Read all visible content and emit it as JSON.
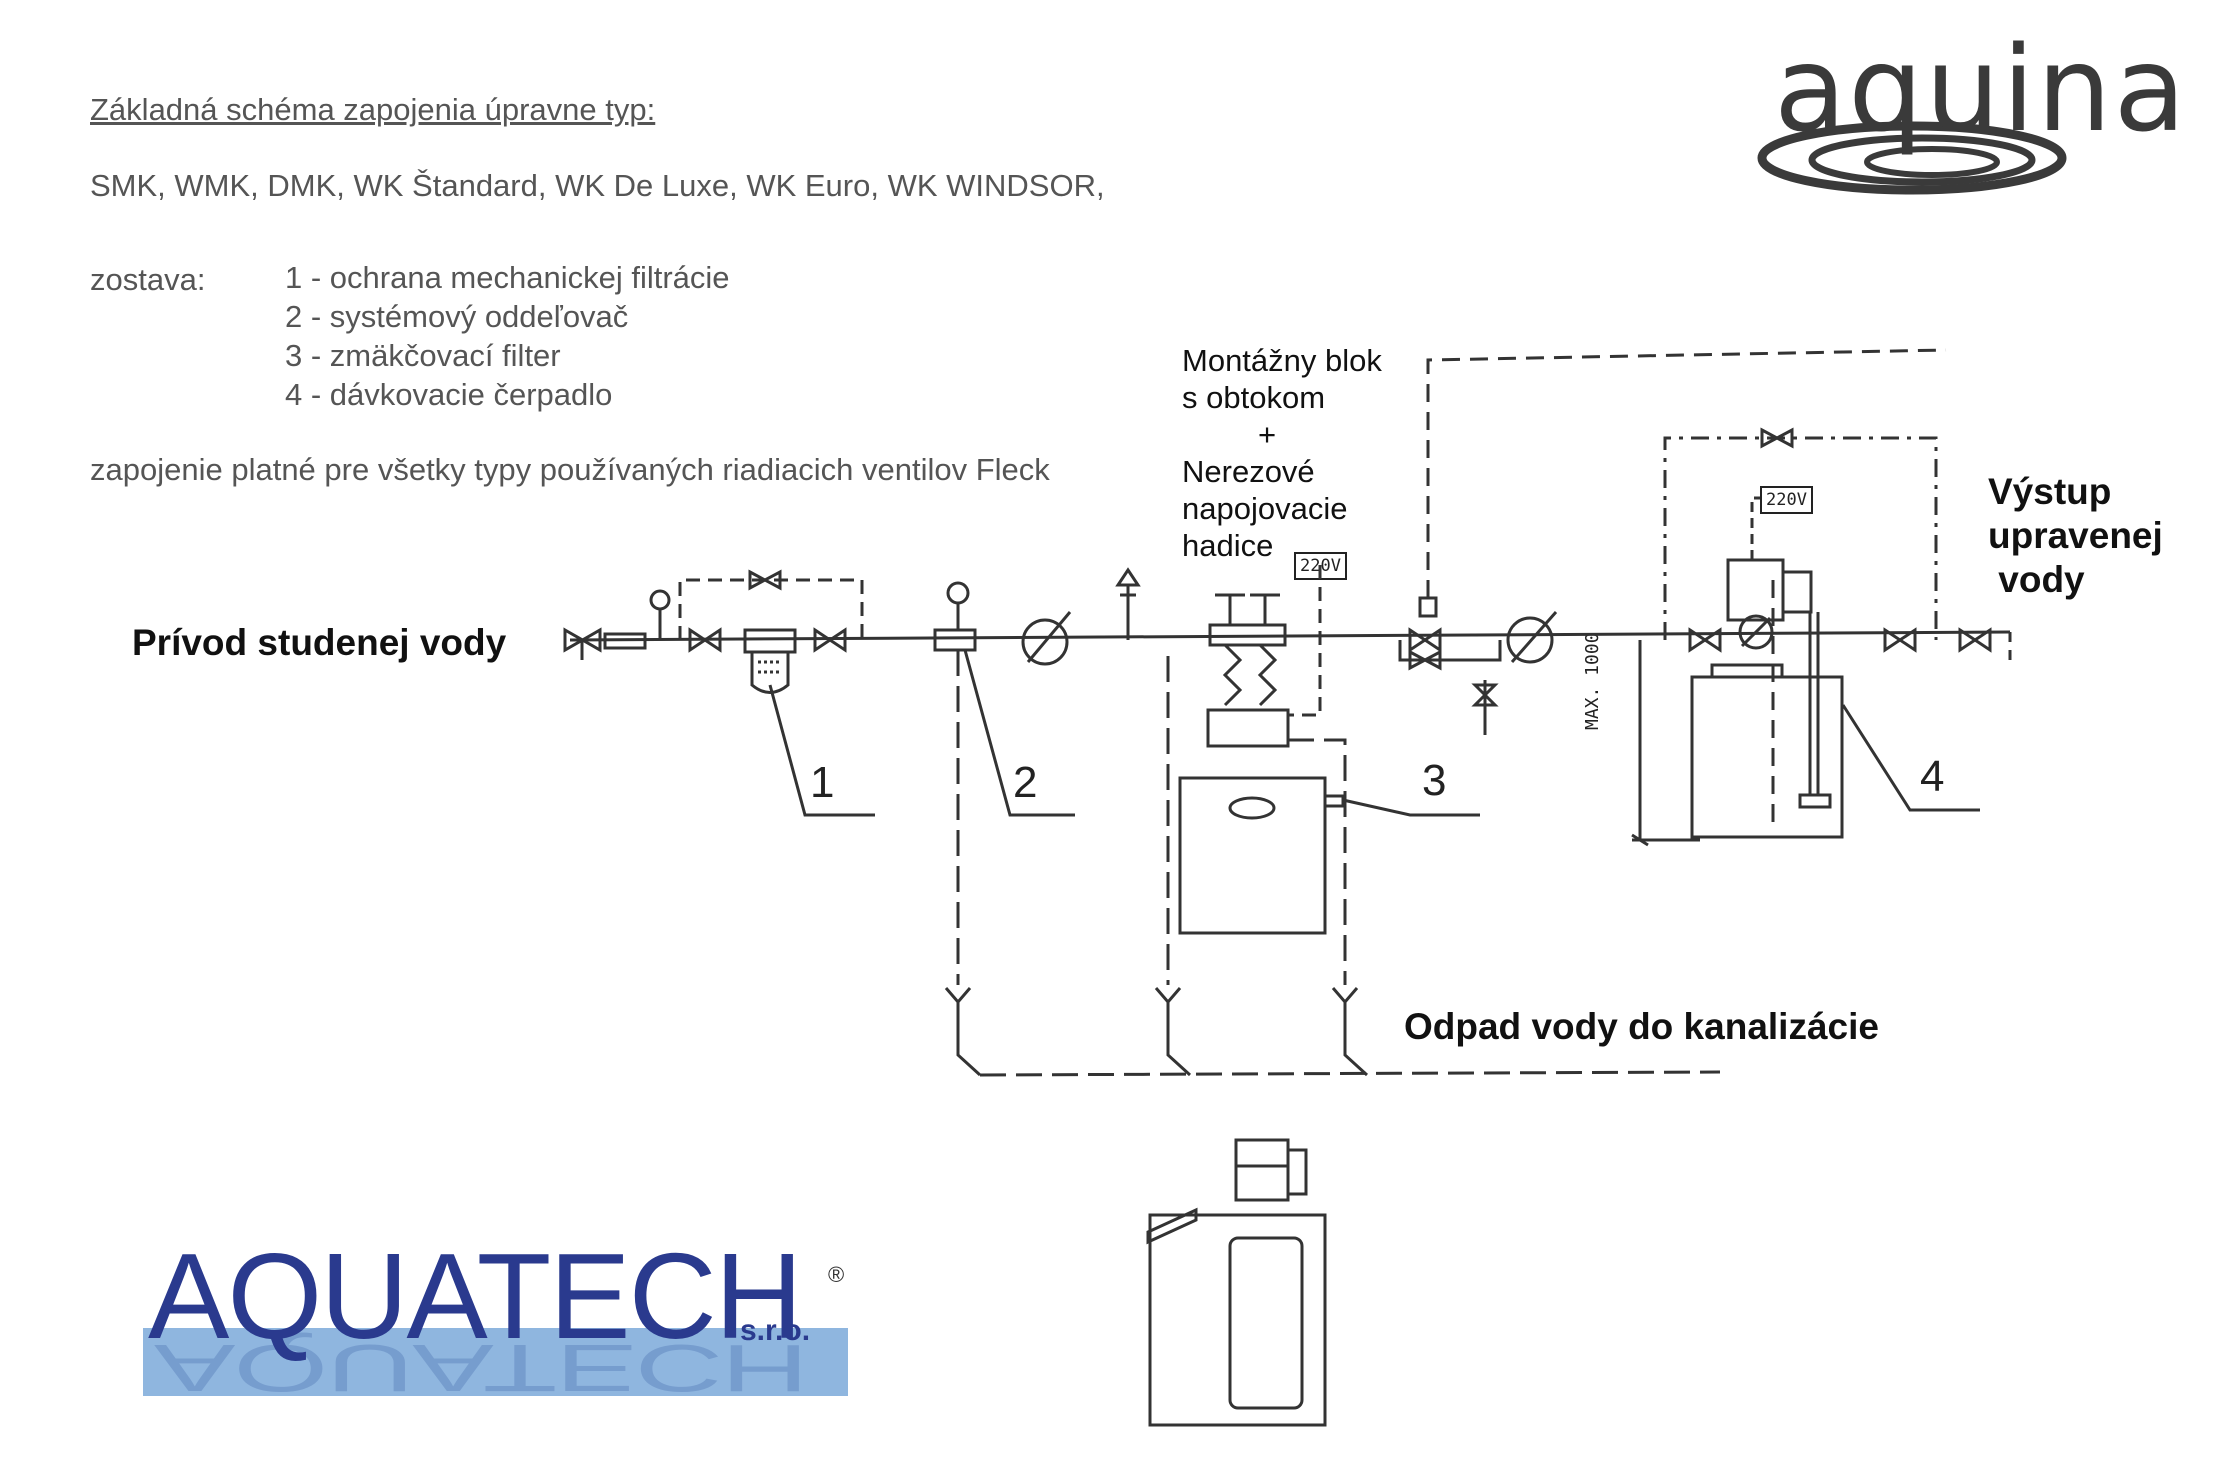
{
  "header": {
    "title": "Základná schéma zapojenia úpravne typ:",
    "types": "SMK, WMK, DMK, WK Štandard,  WK De Luxe,  WK Euro, WK WINDSOR,"
  },
  "legend": {
    "label": "zostava:",
    "items": [
      "1 - ochrana mechanickej filtrácie",
      "2 - systémový oddeľovač",
      "3 - zmäkčovací filter",
      "4 - dávkovacie čerpadlo"
    ],
    "note": "zapojenie platné pre všetky typy používaných riadiacich ventilov Fleck"
  },
  "labels": {
    "inlet": "Prívod studenej vody",
    "outlet_lines": [
      "Výstup",
      "upravenej",
      " vody"
    ],
    "drain": "Odpad vody do kanalizácie",
    "block_lines": [
      "Montážny blok",
      "s obtokom",
      "+",
      "Nerezové",
      "napojovacie",
      "hadice"
    ],
    "voltage_1": "220V",
    "voltage_2": "220V",
    "height": "MAX. 1000",
    "numbers": [
      "1",
      "2",
      "3",
      "4"
    ]
  },
  "logos": {
    "aquina": "aquina",
    "aquatech": "AQUATECH",
    "aquatech_suffix": "s.r.o.",
    "registered": "®"
  },
  "colors": {
    "aquatech_blue": "#2a3a8e",
    "aquatech_band": "#8fb6df",
    "line": "#333333"
  }
}
